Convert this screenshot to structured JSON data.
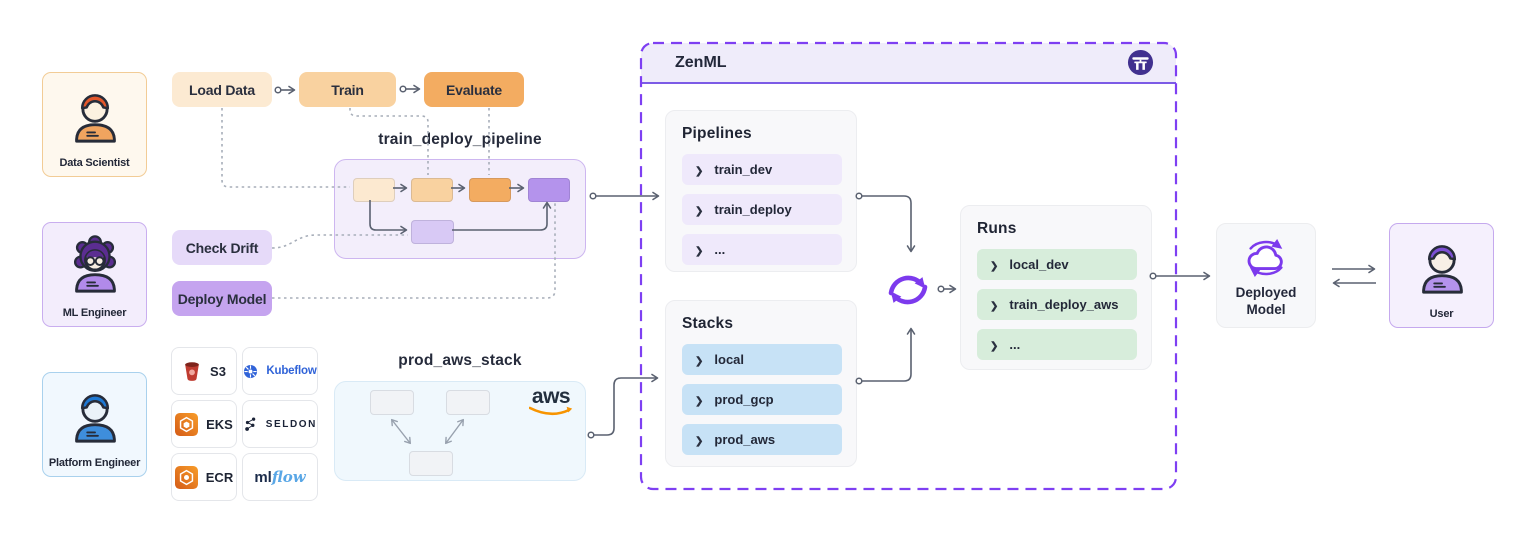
{
  "app": {
    "type": "mlops-architecture-diagram",
    "product": "ZenML"
  },
  "personas": {
    "data_scientist": {
      "label": "Data Scientist"
    },
    "ml_engineer": {
      "label": "ML Engineer"
    },
    "platform_engineer": {
      "label": "Platform Engineer"
    },
    "end_user": {
      "label": "User"
    }
  },
  "steps": {
    "load_data": "Load Data",
    "train": "Train",
    "evaluate": "Evaluate",
    "check_drift": "Check Drift",
    "deploy_model": "Deploy Model"
  },
  "pipeline_diagram": {
    "title": "train_deploy_pipeline"
  },
  "stack_diagram": {
    "title": "prod_aws_stack",
    "provider_logo": "aws"
  },
  "tools": {
    "s3": {
      "label": "S3"
    },
    "kubeflow": {
      "label": "Kubeflow"
    },
    "eks": {
      "label": "EKS"
    },
    "seldon": {
      "label": "SELDON"
    },
    "ecr": {
      "label": "ECR"
    },
    "mlflow": {
      "label_ml": "ml",
      "label_flow": "flow"
    }
  },
  "zenml": {
    "title": "ZenML",
    "pipelines": {
      "heading": "Pipelines",
      "items": [
        "train_dev",
        "train_deploy",
        "..."
      ]
    },
    "stacks": {
      "heading": "Stacks",
      "items": [
        "local",
        "prod_gcp",
        "prod_aws"
      ]
    },
    "runs": {
      "heading": "Runs",
      "items": [
        "local_dev",
        "train_deploy_aws",
        "..."
      ]
    }
  },
  "deployed_model": {
    "label": "Deployed Model"
  },
  "icons": [
    "zenml-logo-icon",
    "sync-icon",
    "chevron-right-icon",
    "aws-logo",
    "s3-icon",
    "kubeflow-icon",
    "eks-icon",
    "seldon-icon",
    "ecr-icon",
    "mlflow-logo",
    "cloud-sync-icon",
    "data-scientist-avatar",
    "ml-engineer-avatar",
    "platform-engineer-avatar",
    "user-avatar"
  ],
  "colors": {
    "zenml_border_purple": "#7E3FF2",
    "sync_purple": "#7C3AED",
    "step_orange_light": "#FCEAD2",
    "step_orange": "#F9D2A0",
    "step_orange_dark": "#F3AC61",
    "chip_purple_light": "#E6DAF9",
    "chip_purple": "#C5A4EF",
    "pipeline_row": "#EFE9FB",
    "stack_row": "#C7E2F6",
    "run_row": "#D7EDDB",
    "aws_orange": "#F79400",
    "aws_navy": "#232F3E",
    "arrow_gray": "#5A6170"
  }
}
